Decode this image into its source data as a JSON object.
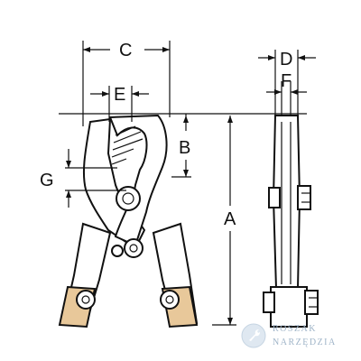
{
  "dimensions": {
    "a": "A",
    "b": "B",
    "c": "C",
    "d": "D",
    "e": "E",
    "f": "F",
    "g": "G"
  },
  "colors": {
    "line": "#111111",
    "grip_fill": "#e8c89a",
    "watermark": "#9fb4c8"
  },
  "watermark": {
    "line1": "ROSZAK",
    "line2": "NARZĘDZIA",
    "icon": "wrench-badge-icon"
  }
}
